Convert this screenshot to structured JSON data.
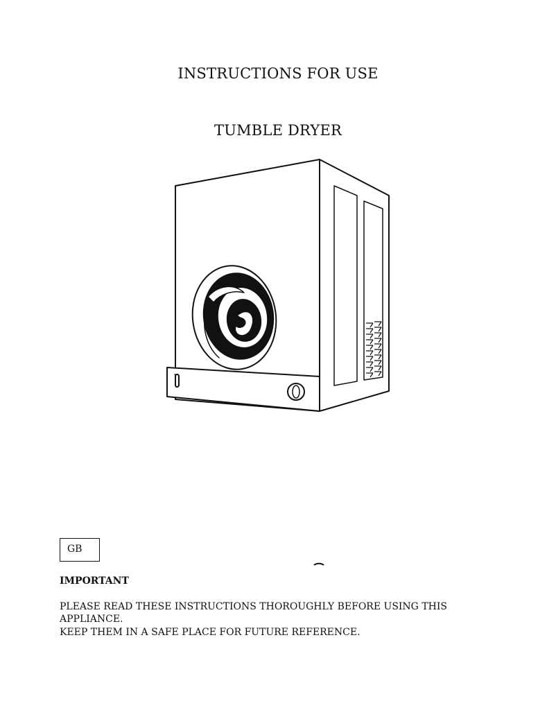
{
  "cover": {
    "heading": "INSTRUCTIONS FOR USE",
    "subheading": "TUMBLE DRYER",
    "illustration_icon": "tumble-dryer-icon"
  },
  "language_box": {
    "code": "GB"
  },
  "notice": {
    "label": "IMPORTANT",
    "line1": "PLEASE READ THESE INSTRUCTIONS THOROUGHLY BEFORE USING THIS APPLIANCE.",
    "line2": "KEEP THEM IN A SAFE PLACE FOR FUTURE REFERENCE."
  },
  "colors": {
    "ink": "#111111",
    "paper": "#ffffff"
  }
}
